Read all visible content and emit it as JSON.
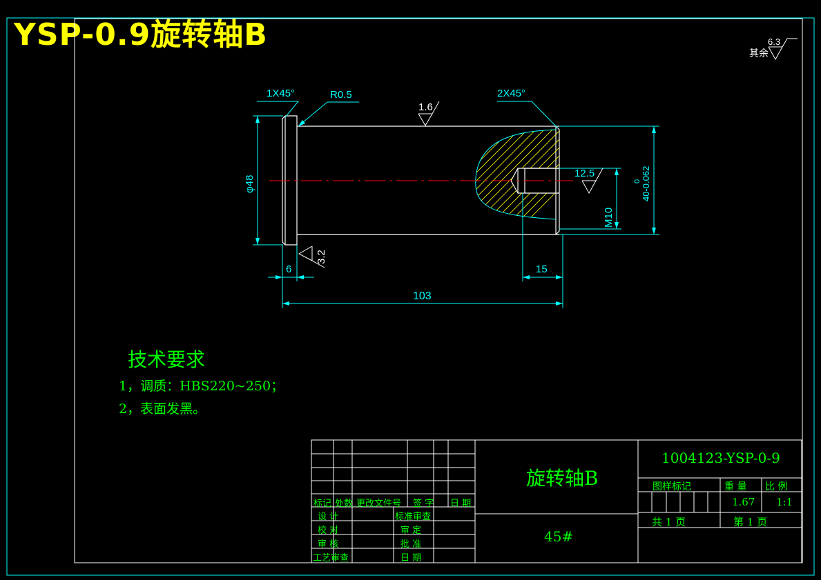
{
  "drawing_title": "YSP-0.9旋转轴B",
  "surface_finish_other": {
    "label": "其余",
    "value": "6.3"
  },
  "dimensions": {
    "chamfer_left": "1X45°",
    "fillet": "R0.5",
    "roughness_top": "1.6",
    "chamfer_right": "2X45°",
    "diameter_left": "φ48",
    "thread_roughness": "12.5",
    "diameter_right": "40-0.062",
    "diameter_right_upper_tol": "0",
    "thread": "M10",
    "roughness_left": "3.2",
    "flange_width": "6",
    "thread_depth": "15",
    "total_length": "103"
  },
  "technical_requirements": {
    "title": "技术要求",
    "items": [
      "1，调质：HBS220~250；",
      "2，表面发黑。"
    ]
  },
  "title_block": {
    "part_name": "旋转轴B",
    "material": "45#",
    "drawing_number": "1004123-YSP-0-9",
    "col_headers": [
      "标记",
      "处数",
      "更改文件号",
      "签  字",
      "日  期"
    ],
    "row_labels_left": [
      "设  计",
      "校  对",
      "审  核",
      "工艺审查"
    ],
    "row_labels_mid": [
      "标准审查",
      "审  定",
      "批  准",
      "日  期"
    ],
    "stage_label": "图样标记",
    "weight_label": "重  量",
    "scale_label": "比  例",
    "weight": "1.67",
    "scale": "1:1",
    "total_pages": "共    1    页",
    "page_no": "第    1    页"
  },
  "colors": {
    "cyan": "#00ffff",
    "white": "#ffffff",
    "yellow": "#ffff00",
    "green": "#00ff00",
    "center": "#ff0000",
    "hatch": "#ffff00"
  }
}
